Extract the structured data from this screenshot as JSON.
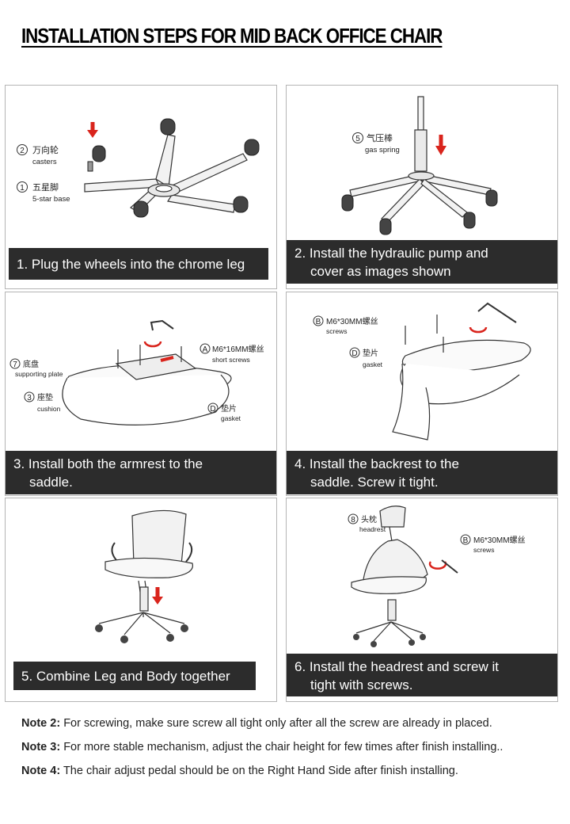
{
  "title": "INSTALLATION STEPS FOR MID BACK OFFICE CHAIR",
  "steps": [
    {
      "caption_line1": "1. Plug the wheels into the chrome leg",
      "caption_line2": "",
      "labels": {
        "casters_cn": "万向轮",
        "casters_en": "casters",
        "base_cn": "五星脚",
        "base_en": "5-star base",
        "casters_num": "2",
        "base_num": "1"
      }
    },
    {
      "caption_line1": "2. Install the hydraulic pump and",
      "caption_line2": "cover as images shown",
      "labels": {
        "spring_num": "5",
        "spring_cn": "气压棒",
        "spring_en": "gas spring"
      }
    },
    {
      "caption_line1": "3. Install both the armrest to the",
      "caption_line2": "saddle.",
      "labels": {
        "plate_num": "7",
        "plate_cn": "底盘",
        "plate_en": "supporting plate",
        "cushion_num": "3",
        "cushion_cn": "座垫",
        "cushion_en": "cushion",
        "screw_letter": "A",
        "screw_cn": "M6*16MM螺丝",
        "screw_en": "short screws",
        "gasket_letter": "D",
        "gasket_cn": "垫片",
        "gasket_en": "gasket"
      }
    },
    {
      "caption_line1": "4. Install the backrest to the",
      "caption_line2": "saddle. Screw it tight.",
      "labels": {
        "screw_letter": "B",
        "screw_cn": "M6*30MM螺丝",
        "screw_en": "screws",
        "gasket_letter": "D",
        "gasket_cn": "垫片",
        "gasket_en": "gasket"
      }
    },
    {
      "caption_line1": "5. Combine Leg and Body together",
      "caption_line2": ""
    },
    {
      "caption_line1": "6. Install the headrest and screw it",
      "caption_line2": "tight with screws.",
      "labels": {
        "head_num": "8",
        "head_cn": "头枕",
        "head_en": "headrest",
        "screw_letter": "B",
        "screw_cn": "M6*30MM螺丝",
        "screw_en": "screws"
      }
    }
  ],
  "notes": [
    {
      "label": "Note 2:",
      "text": "For screwing, make sure screw all tight only after all the screw are already in placed."
    },
    {
      "label": "Note 3:",
      "text": "For more stable mechanism, adjust the chair height for few times after finish installing.."
    },
    {
      "label": "Note 4:",
      "text": "The chair adjust pedal should be on the Right Hand Side after finish installing."
    }
  ],
  "colors": {
    "caption_bg": "#2c2c2c",
    "arrow_red": "#d9241c",
    "border": "#b5b5b5"
  }
}
